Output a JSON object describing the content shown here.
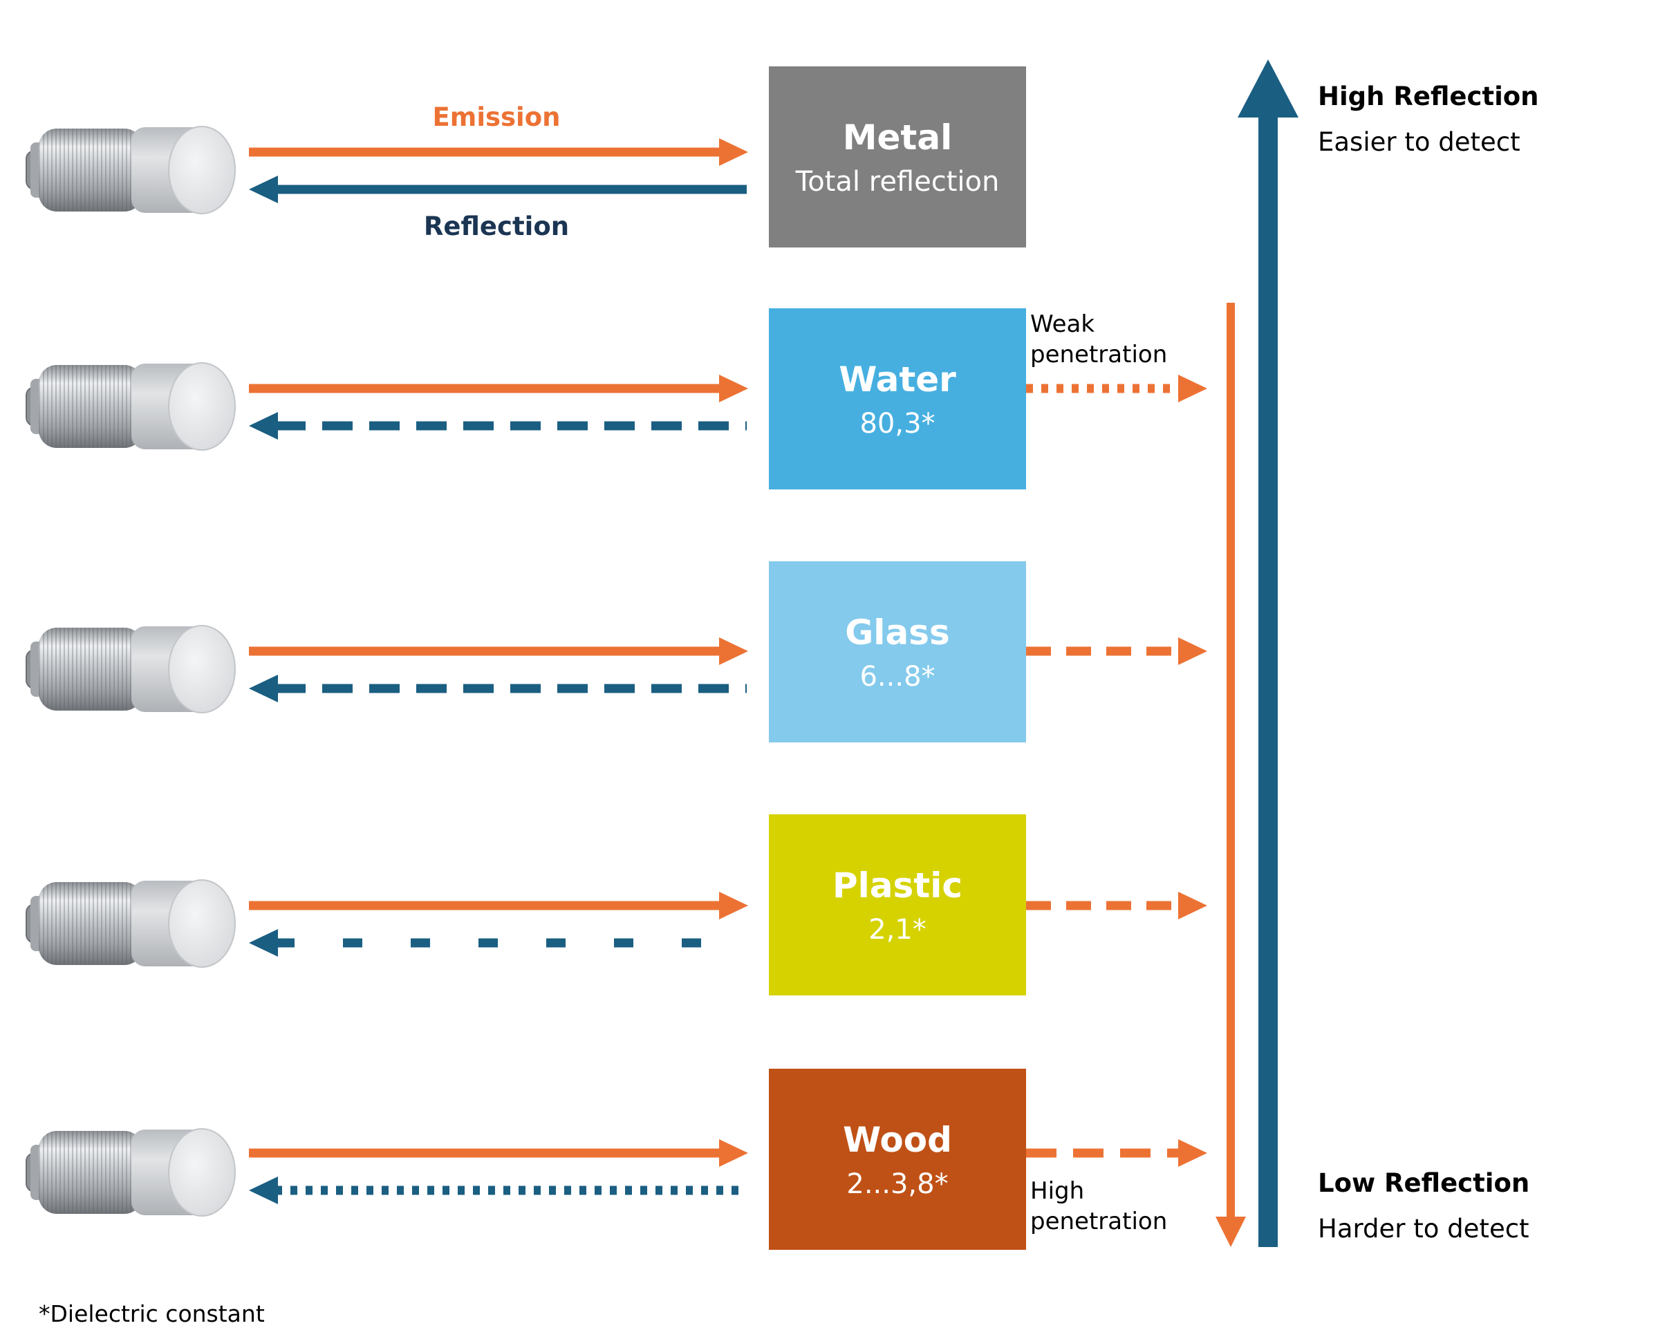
{
  "colors": {
    "emission": "#EC7234",
    "reflection": "#1A5E82",
    "reflection_label": "#1B3553",
    "metal": "#808080",
    "water": "#46AFE0",
    "glass": "#84CAEC",
    "plastic": "#D5D200",
    "wood": "#C05116"
  },
  "labels": {
    "emission": "Emission",
    "reflection": "Reflection",
    "weak_penetration_line1": "Weak",
    "weak_penetration_line2": "penetration",
    "high_penetration_line1": "High",
    "high_penetration_line2": "penetration",
    "high_reflection": "High Reflection",
    "easier_to_detect": "Easier to detect",
    "low_reflection": "Low Reflection",
    "harder_to_detect": "Harder to detect",
    "footnote": "*Dielectric constant"
  },
  "materials": [
    {
      "name": "Metal",
      "value": "Total reflection",
      "reflection_style": "solid",
      "penetration_style": "none",
      "color_key": "metal"
    },
    {
      "name": "Water",
      "value": "80,3*",
      "reflection_style": "long-dash",
      "penetration_style": "dotted",
      "color_key": "water"
    },
    {
      "name": "Glass",
      "value": "6...8*",
      "reflection_style": "long-dash",
      "penetration_style": "dashed",
      "color_key": "glass"
    },
    {
      "name": "Plastic",
      "value": "2,1*",
      "reflection_style": "sparse-dash",
      "penetration_style": "dashed",
      "color_key": "plastic"
    },
    {
      "name": "Wood",
      "value": "2...3,8*",
      "reflection_style": "dotted",
      "penetration_style": "long-dash",
      "color_key": "wood"
    }
  ],
  "icons": {
    "sensor": "cylindrical-radar-sensor-icon"
  }
}
